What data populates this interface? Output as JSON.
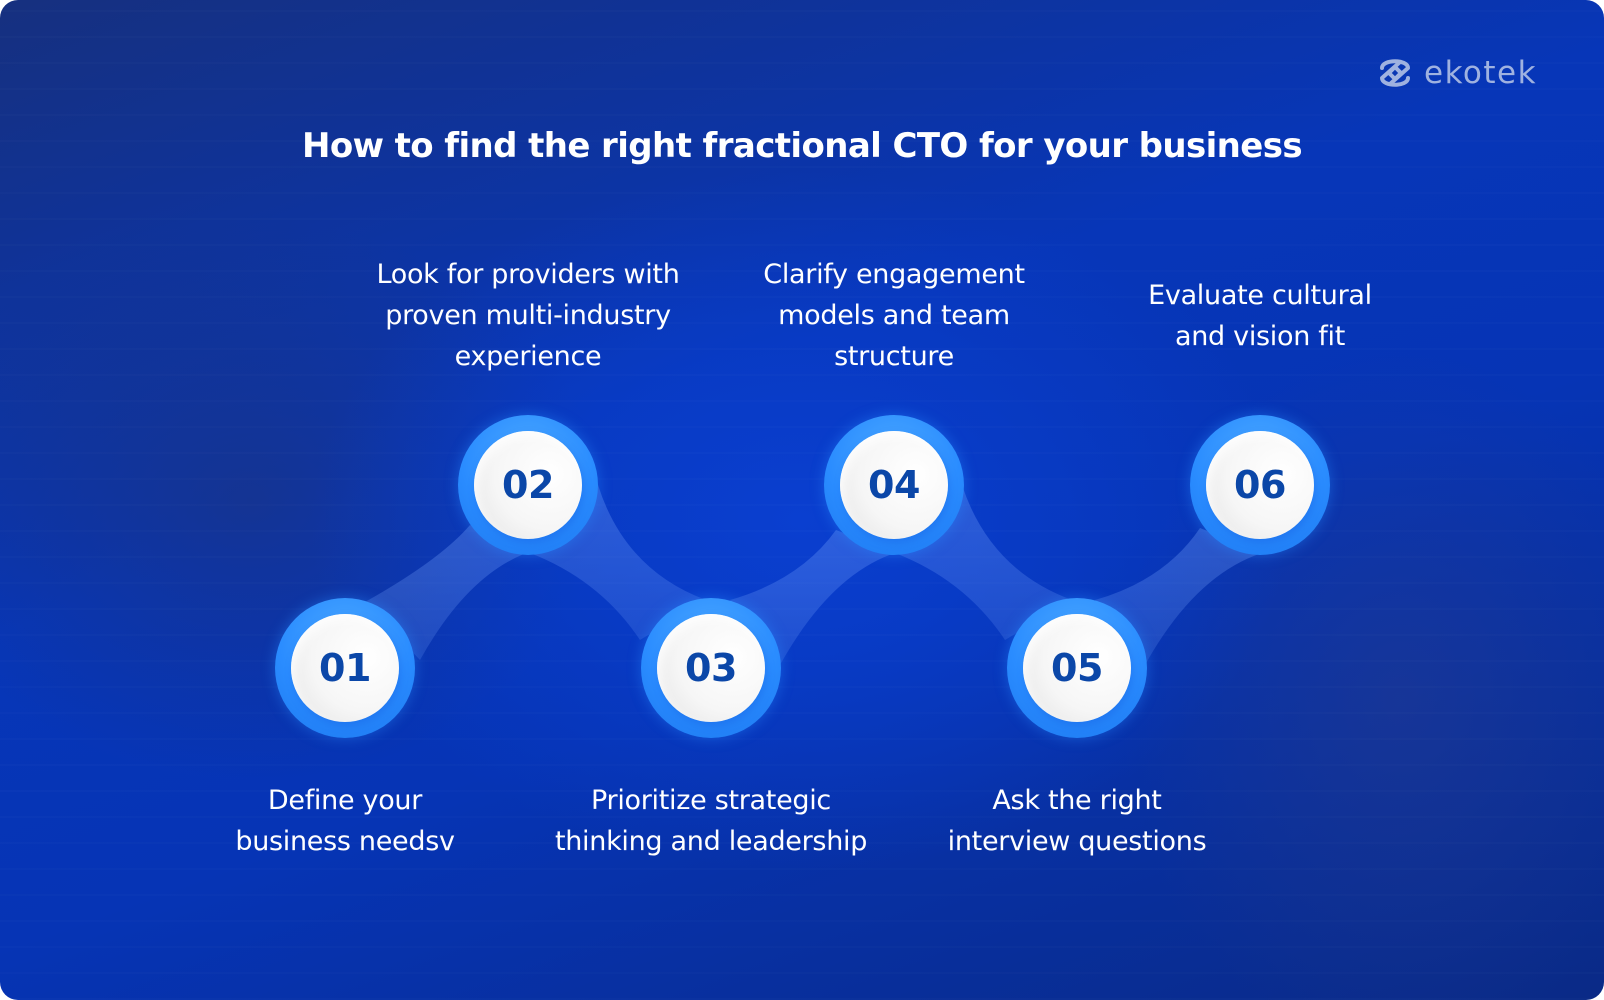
{
  "brand": {
    "name": "ekotek",
    "logo_icon": "ekotek-logo-icon",
    "logo_color": "#9fb2e0"
  },
  "title": "How to find the right fractional CTO for your business",
  "colors": {
    "background": "#0736b8",
    "circle_ring": "#2a8cff",
    "circle_inner": "#f6f6f6",
    "number_text": "#0b47a8",
    "label_text": "#ffffff"
  },
  "steps": [
    {
      "number": "01",
      "lines": [
        "Define your",
        "business needsv"
      ],
      "position": "bottom"
    },
    {
      "number": "02",
      "lines": [
        "Look for providers with",
        "proven multi-industry",
        "experience"
      ],
      "position": "top"
    },
    {
      "number": "03",
      "lines": [
        "Prioritize strategic",
        "thinking and leadership"
      ],
      "position": "bottom"
    },
    {
      "number": "04",
      "lines": [
        "Clarify engagement",
        "models and team",
        "structure"
      ],
      "position": "top"
    },
    {
      "number": "05",
      "lines": [
        "Ask the right",
        "interview questions"
      ],
      "position": "bottom"
    },
    {
      "number": "06",
      "lines": [
        "Evaluate cultural",
        "and vision fit"
      ],
      "position": "top"
    }
  ]
}
